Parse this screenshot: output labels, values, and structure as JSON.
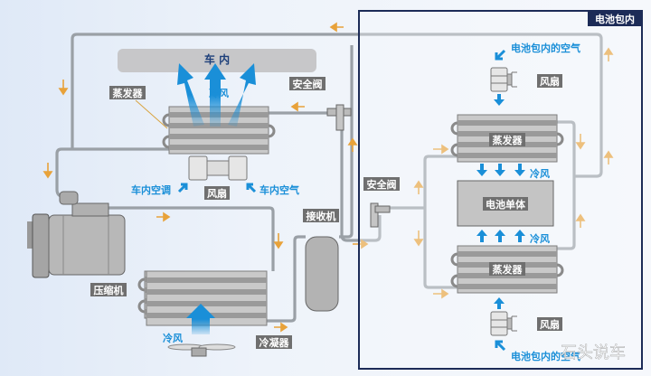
{
  "car": {
    "interior": "车 内",
    "evaporator": "蒸发器",
    "cold_air_top": "冷风",
    "fan": "风扇",
    "cabin_ac": "车内空调",
    "cabin_air": "车内空气",
    "safety_valve": "安全阀",
    "compressor": "压缩机",
    "receiver": "接收机",
    "condenser": "冷凝器",
    "cold_air_bottom": "冷风"
  },
  "battery_pack": {
    "title": "电池包内",
    "air_top": "电池包内的空气",
    "fan_top": "风扇",
    "evaporator_top": "蒸发器",
    "cold_air_down": "冷风",
    "cell": "电池单体",
    "cold_air_up": "冷风",
    "evaporator_bottom": "蒸发器",
    "fan_bottom": "风扇",
    "air_bottom": "电池包内的空气",
    "safety_valve": "安全阀"
  },
  "watermark": "石头说车",
  "colors": {
    "pipe": "#9aa0a6",
    "flow_arrow": "#e8a23a",
    "air_arrow": "#1a8fd8",
    "label_bg": "#6f6f6f",
    "frame": "#1c2b57"
  }
}
